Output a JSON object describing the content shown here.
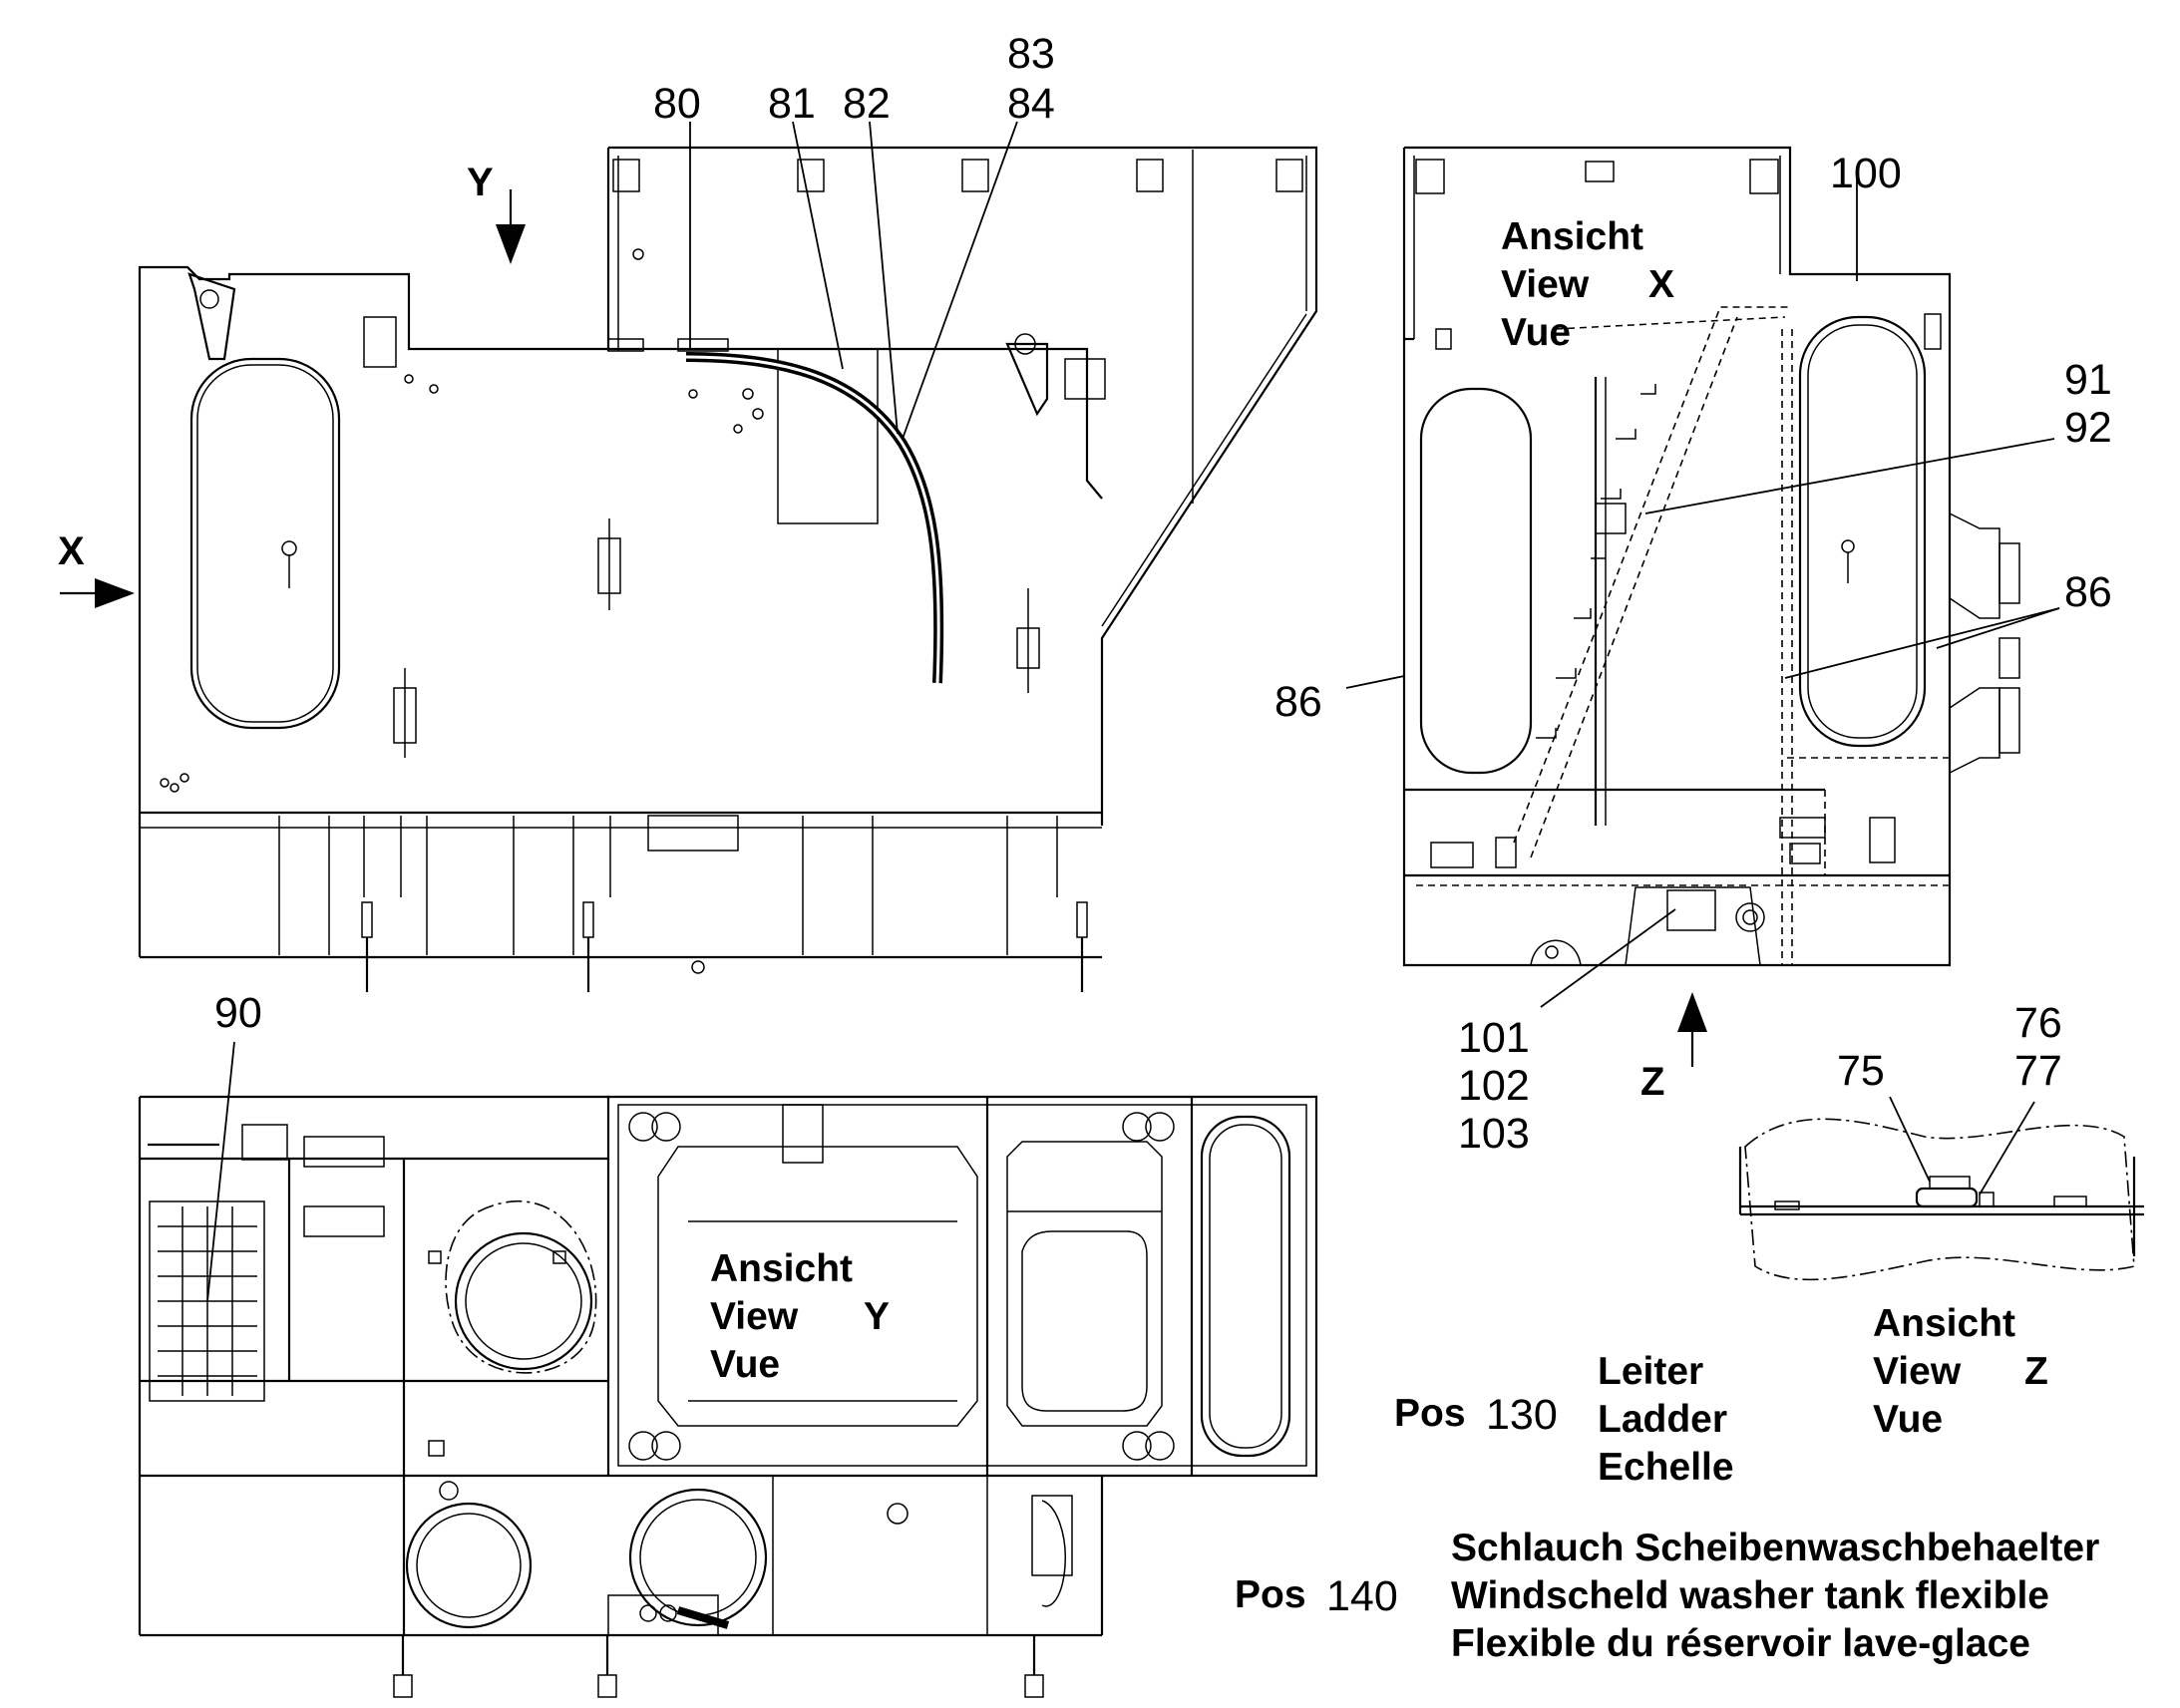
{
  "labels": {
    "p80": "80",
    "p81": "81",
    "p82": "82",
    "p83": "83",
    "p84": "84",
    "p100": "100",
    "p91": "91",
    "p92": "92",
    "p86_right": "86",
    "p86_left": "86",
    "p90": "90",
    "p101": "101",
    "p102": "102",
    "p103": "103",
    "p75": "75",
    "p76": "76",
    "p77": "77"
  },
  "arrows": {
    "x": "X",
    "y": "Y",
    "z": "Z"
  },
  "views": {
    "x": {
      "line1": "Ansicht",
      "line2": "View",
      "line3": "Vue",
      "letter": "X"
    },
    "y": {
      "line1": "Ansicht",
      "line2": "View",
      "line3": "Vue",
      "letter": "Y"
    },
    "z": {
      "line1": "Ansicht",
      "line2": "View",
      "line3": "Vue",
      "letter": "Z"
    }
  },
  "pos130": {
    "prefix": "Pos",
    "number": "130",
    "de": "Leiter",
    "en": "Ladder",
    "fr": "Echelle"
  },
  "pos140": {
    "prefix": "Pos",
    "number": "140",
    "de": "Schlauch Scheibenwaschbehaelter",
    "en": "Windscheld washer tank flexible",
    "fr": "Flexible du réservoir lave-glace"
  }
}
